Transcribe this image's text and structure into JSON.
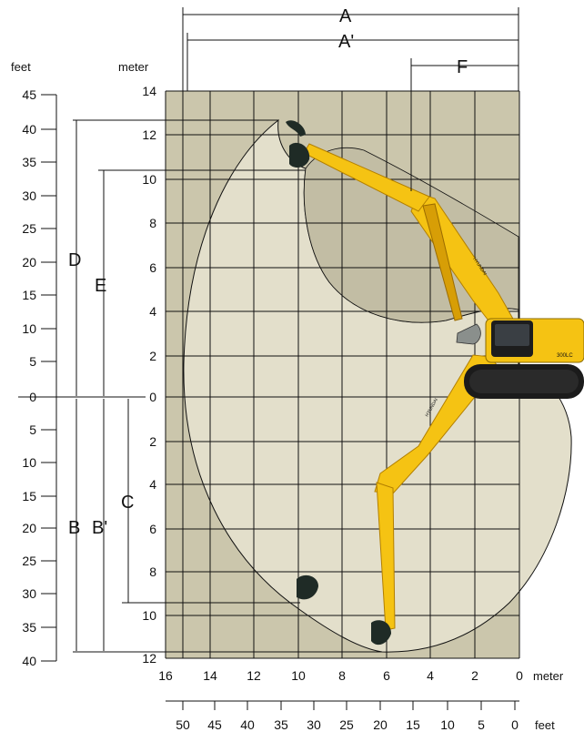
{
  "units": {
    "left": "feet",
    "top": "meter",
    "bottom_meter": "meter",
    "bottom_feet": "feet"
  },
  "dimension_labels": {
    "A": "A",
    "A_prime": "A'",
    "F": "F",
    "D": "D",
    "E": "E",
    "B": "B",
    "B_prime": "B'",
    "C": "C"
  },
  "feet_ticks_left": [
    "45",
    "40",
    "35",
    "30",
    "25",
    "20",
    "15",
    "10",
    "5",
    "0",
    "5",
    "10",
    "15",
    "20",
    "25",
    "30",
    "35",
    "40"
  ],
  "meter_ticks_vertical": [
    "14",
    "12",
    "10",
    "8",
    "6",
    "4",
    "2",
    "0",
    "2",
    "4",
    "6",
    "8",
    "10",
    "12"
  ],
  "meter_ticks_bottom": [
    "16",
    "14",
    "12",
    "10",
    "8",
    "6",
    "4",
    "2",
    "0"
  ],
  "feet_ticks_bottom": [
    "50",
    "45",
    "40",
    "35",
    "30",
    "25",
    "20",
    "15",
    "10",
    "5",
    "0"
  ],
  "machine": {
    "brand_text": "HYUNDAI",
    "model_text": "300LC"
  },
  "colors": {
    "grid_dark": "#cbc6ac",
    "envelope_fill": "#e3dfcb",
    "upper_zone": "#c2bda4",
    "boom_yellow": "#f5c313",
    "boom_shadow": "#d79e06",
    "track_dark": "#1b1b1b"
  }
}
